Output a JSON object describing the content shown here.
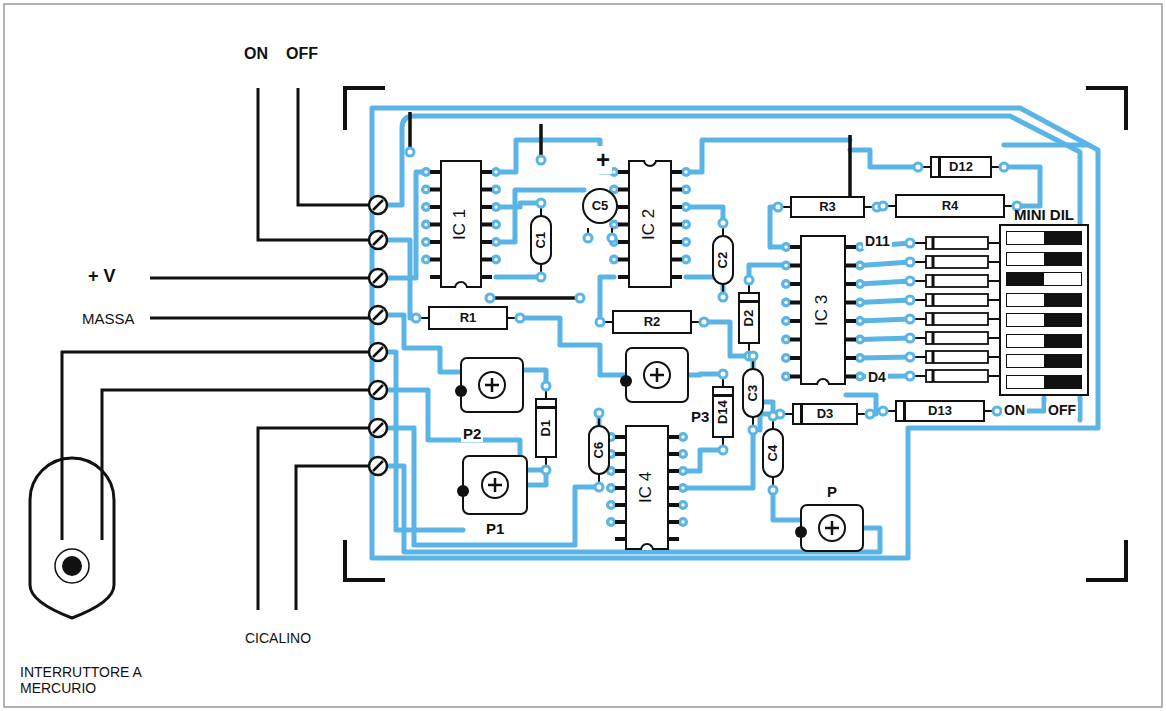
{
  "diagram": {
    "nodes": [
      {
        "text": [
          "IC 1"
        ]
      },
      {
        "text": [
          "C1"
        ]
      },
      {
        "text": [
          "C5"
        ]
      },
      {
        "text": [
          "IC 2"
        ]
      },
      {
        "text": [
          "C2"
        ]
      },
      {
        "text": [
          "R3"
        ]
      },
      {
        "text": [
          "R4"
        ]
      },
      {
        "text": [
          "D12"
        ]
      },
      {
        "text": [
          "IC 3"
        ]
      },
      {
        "text": [
          "MINI DIL"
        ]
      },
      {
        "text": [
          "R1"
        ]
      },
      {
        "text": [
          "R2"
        ]
      },
      {
        "text": [
          "D2"
        ]
      },
      {
        "text": [
          "D1"
        ]
      },
      {
        "text": [
          "C3"
        ]
      },
      {
        "text": [
          "D14"
        ]
      },
      {
        "text": [
          "D3"
        ]
      },
      {
        "text": [
          "D13"
        ]
      },
      {
        "text": [
          "C6"
        ]
      },
      {
        "text": [
          "IC 4"
        ]
      },
      {
        "text": [
          "C4"
        ]
      }
    ],
    "labels": [
      "ON",
      "OFF",
      "+ V",
      "MASSA",
      "INTERRUTTORE A MERCURIO",
      "CICALINO",
      "+",
      "P2",
      "P1",
      "P3",
      "P",
      "D11",
      "D4",
      "ON",
      "OFF"
    ]
  }
}
